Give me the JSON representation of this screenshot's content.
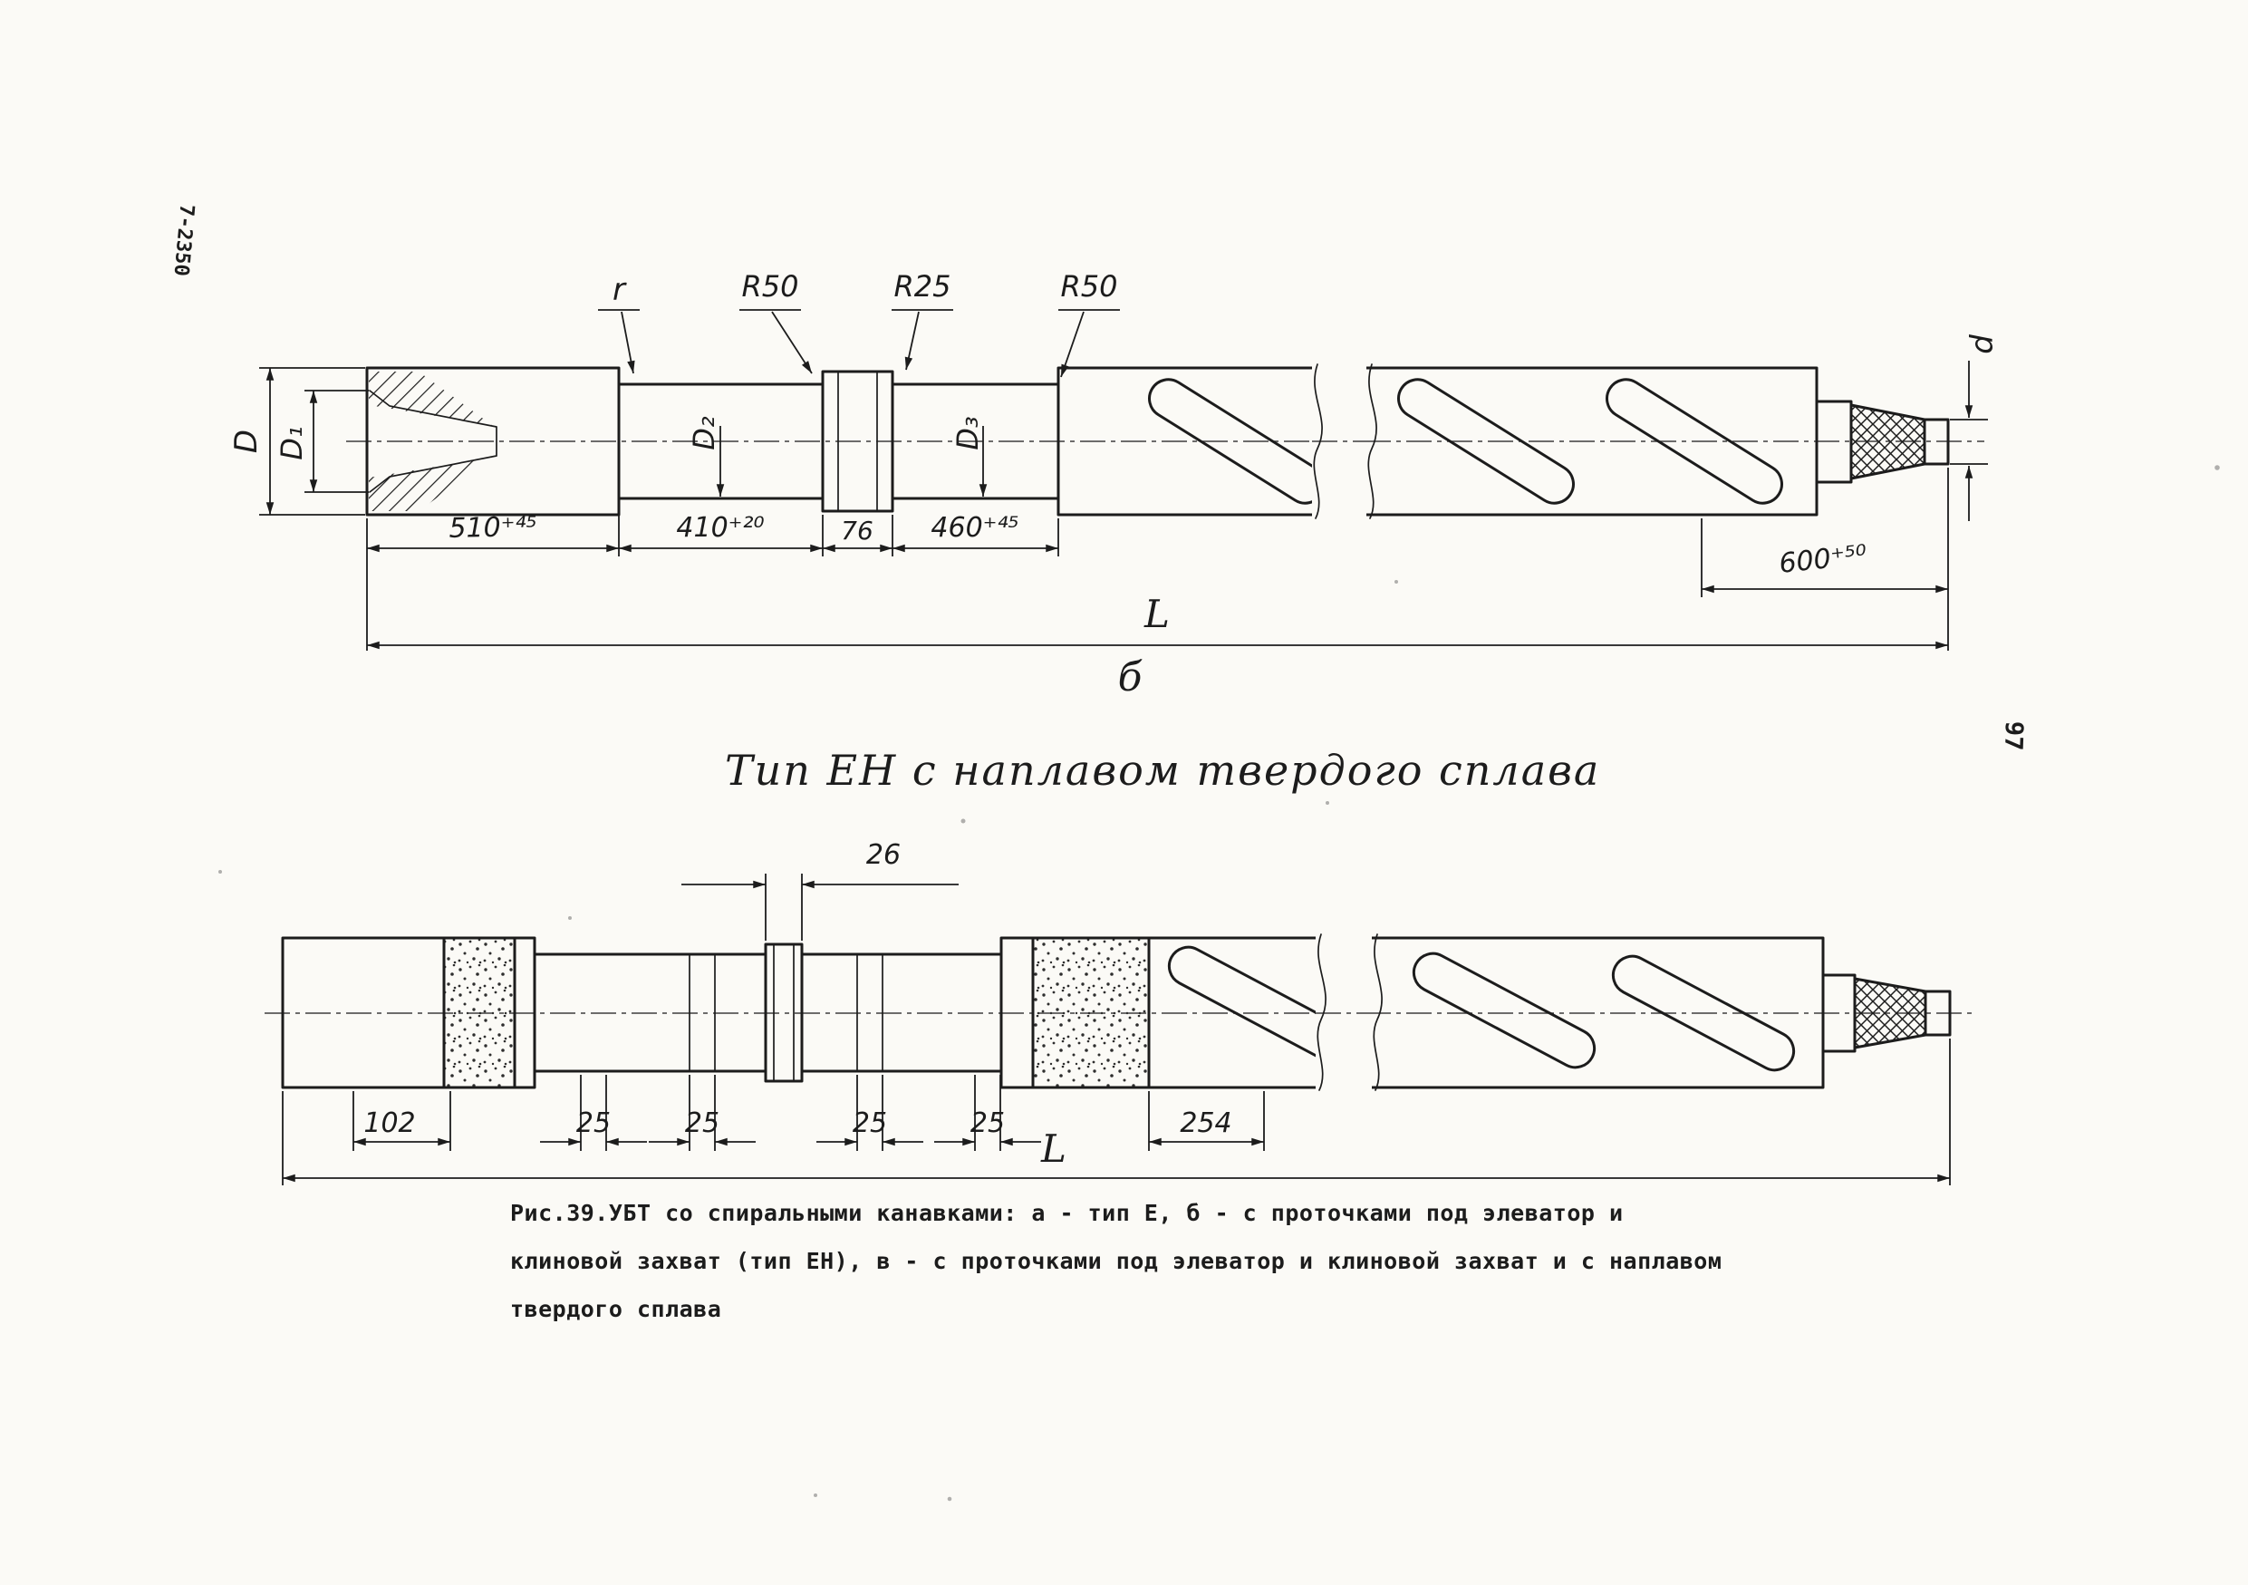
{
  "page": {
    "paper_color": "#fbfaf6",
    "ink_color": "#1c1c1c",
    "margin_code": "7-2350",
    "page_number": "97"
  },
  "figure_top": {
    "label": "б",
    "callout_r": "r",
    "callout_r50_left": "R50",
    "callout_r25": "R25",
    "callout_r50_right": "R50",
    "dim_D": "D",
    "dim_D1": "D₁",
    "dim_D2": "D₂",
    "dim_D3": "D₃",
    "dim_d": "d",
    "dim_510": "510⁺⁴⁵",
    "dim_410": "410⁺²⁰",
    "dim_76": "76",
    "dim_460": "460⁺⁴⁵",
    "dim_600": "600⁺⁵⁰",
    "dim_L": "L"
  },
  "figure_bottom": {
    "title": "Тип ЕН с наплавом твердого сплава",
    "dim_26": "26",
    "dim_102": "102",
    "dim_25_1": "25",
    "dim_25_2": "25",
    "dim_25_3": "25",
    "dim_25_4": "25",
    "dim_254": "254",
    "dim_L": "L"
  },
  "caption": {
    "line1": "Рис.39.УБТ со спиральными канавками: а - тип Е, б - с проточками под элеватор и",
    "line2": "клиновой захват (тип ЕН), в - с проточками под элеватор и клиновой захват и с наплавом",
    "line3": "твердого сплава"
  }
}
